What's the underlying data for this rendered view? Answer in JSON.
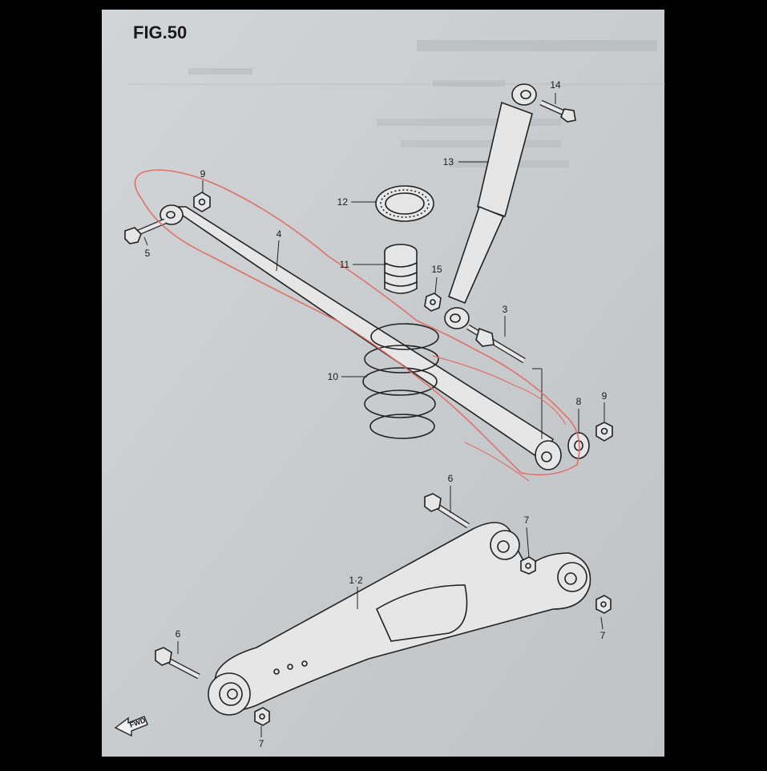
{
  "figure": {
    "title": "FIG.50",
    "fwd_label": "FWD"
  },
  "callouts": {
    "n1_2": "1·2",
    "n3": "3",
    "n4": "4",
    "n5": "5",
    "n6a": "6",
    "n6b": "6",
    "n7a": "7",
    "n7b": "7",
    "n7c": "7",
    "n8": "8",
    "n9a": "9",
    "n9b": "9",
    "n10": "10",
    "n11": "11",
    "n12": "12",
    "n13": "13",
    "n14": "14",
    "n15": "15"
  },
  "colors": {
    "page": "#c9cdd0",
    "frame": "#000000",
    "ink": "#1a1a1a",
    "highlight": "#e0706a"
  }
}
